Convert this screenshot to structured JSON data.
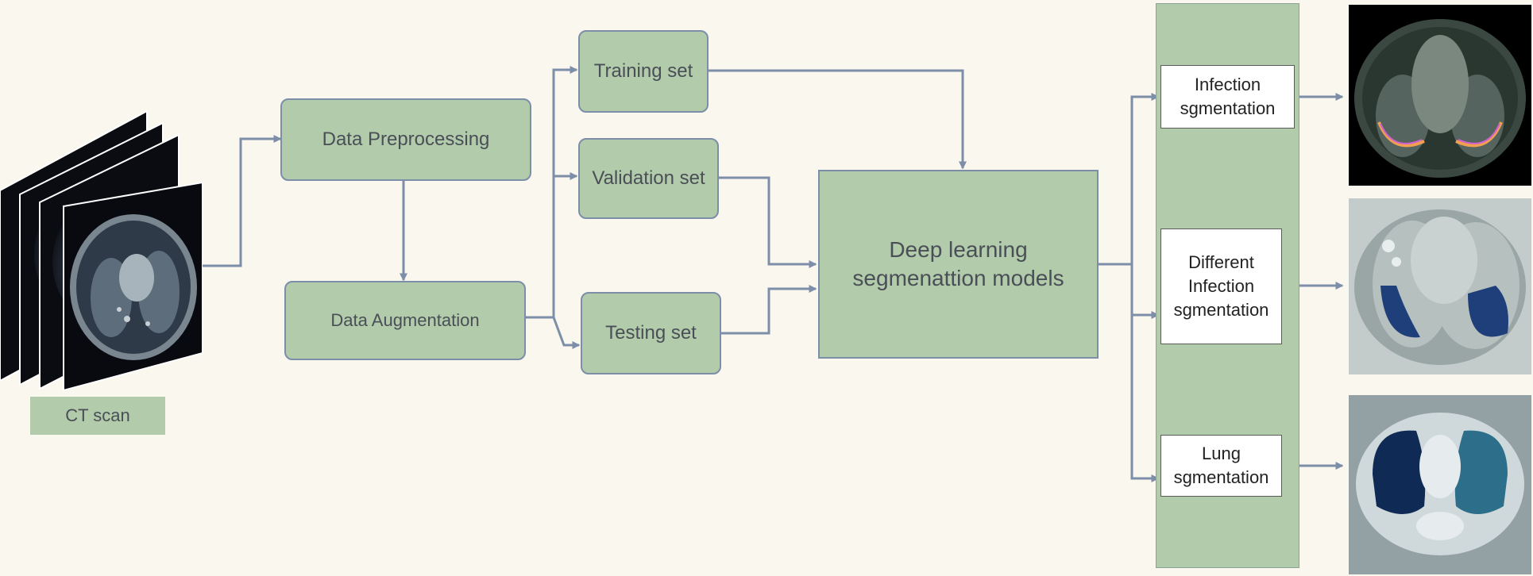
{
  "diagram": {
    "ct_label": "CT scan",
    "preprocessing": "Data Preprocessing",
    "augmentation": "Data Augmentation",
    "training": "Training set",
    "validation": "Validation set",
    "testing": "Testing set",
    "model": "Deep learning\nsegmenattion models",
    "outputs": [
      {
        "label": "Infection\nsgmentation"
      },
      {
        "label": "Different\nInfection\nsgmentation"
      },
      {
        "label": "Lung\nsgmentation"
      }
    ]
  },
  "colors": {
    "box_fill": "#b2cbaa",
    "box_border": "#7c8ea8",
    "arrow": "#7c8ea8",
    "background": "#faf7ee"
  }
}
